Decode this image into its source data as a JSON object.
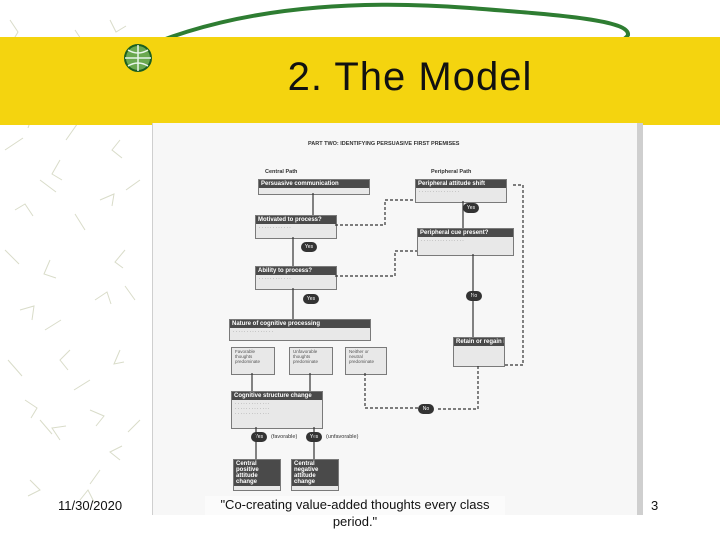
{
  "slide": {
    "title": "2. The Model",
    "footer_date": "11/30/2020",
    "footer_quote": "\"Co-creating value-added thoughts every class period.\"",
    "page_number": "3"
  },
  "figure": {
    "header": "PART TWO: IDENTIFYING PERSUASIVE FIRST PREMISES",
    "central_path_label": "Central Path",
    "peripheral_path_label": "Peripheral Path",
    "persuasive_communication": "Persuasive communication",
    "peripheral_attitude_shift": "Peripheral attitude shift",
    "motivated_to_process": "Motivated to process?",
    "peripheral_cue_present": "Peripheral cue present?",
    "ability_to_process": "Ability to process?",
    "nature_of_processing": "Nature of cognitive processing",
    "favorable": "Favorable thoughts predominate",
    "unfavorable": "Unfavorable thoughts predominate",
    "neutral": "Neither or neutral predominate",
    "retain": "Retain or regain initial attitude",
    "cognitive_structure_change": "Cognitive structure change",
    "central_positive": "Central positive attitude change",
    "central_negative": "Central negative attitude change",
    "yes": "Yes",
    "no": "No",
    "favorable_paren": "(favorable)",
    "unfavorable_paren": "(unfavorable)"
  },
  "colors": {
    "accent": "#f4d40f",
    "swoosh": "#2e7d32"
  }
}
